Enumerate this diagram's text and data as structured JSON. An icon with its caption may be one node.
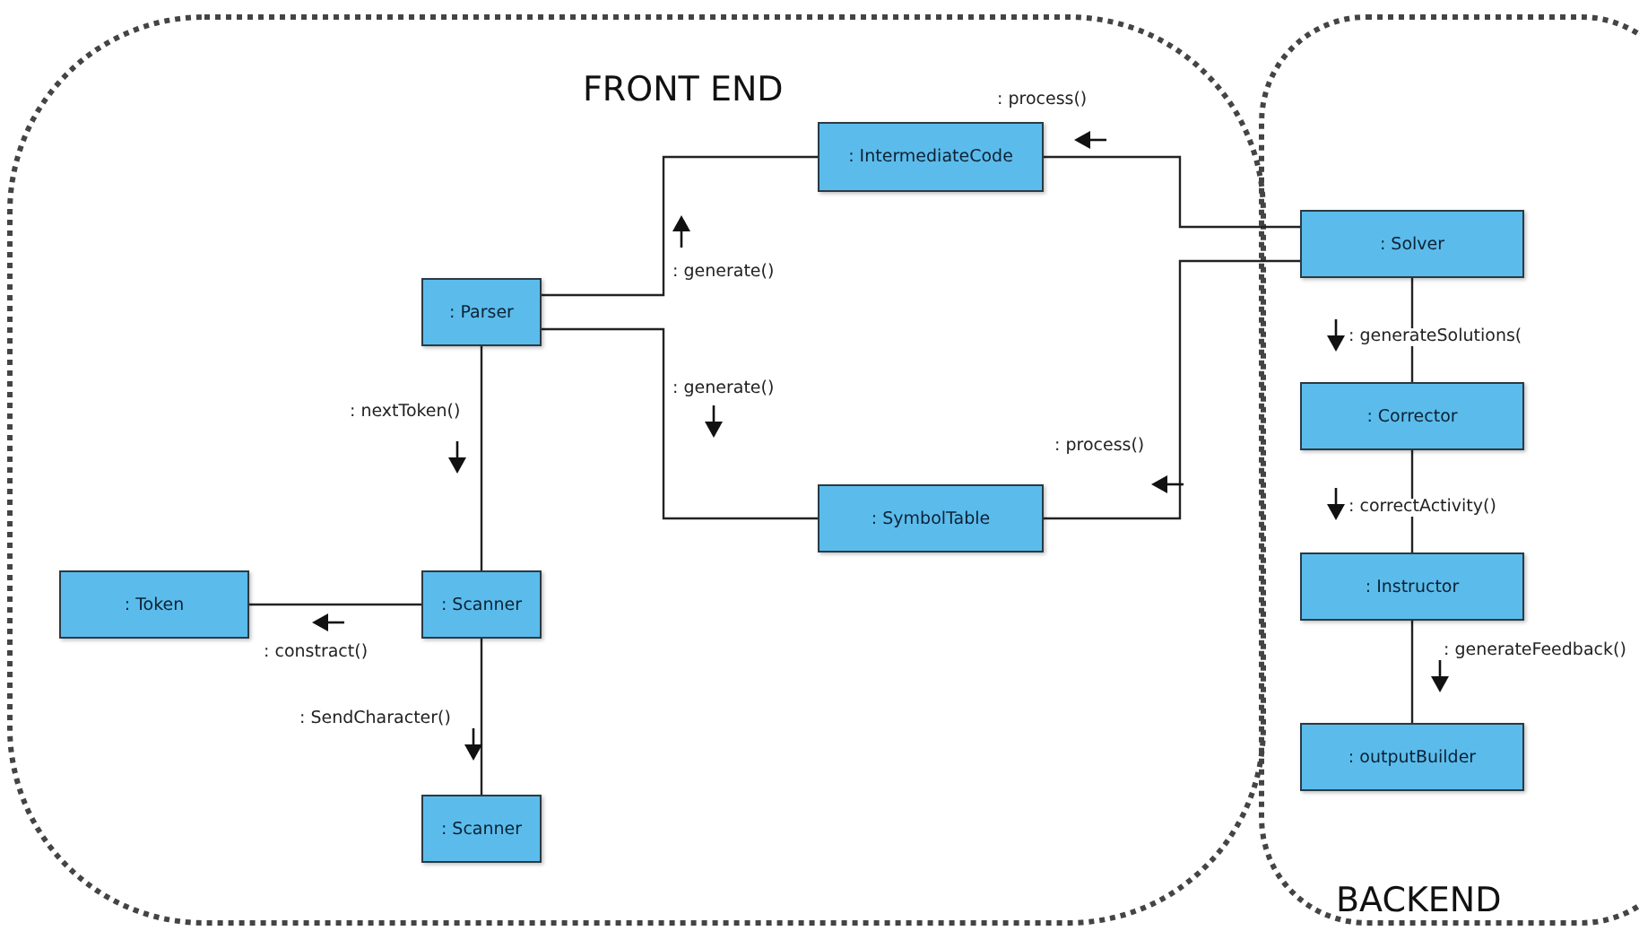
{
  "diagram": {
    "nodes": [
      {
        "text": [
          "FRONT END"
        ]
      },
      {
        "text": [
          "BACKEND"
        ]
      },
      {
        "text": [
          ": IntermediateCode"
        ],
        "in": 0
      },
      {
        "text": [
          ": Parser"
        ],
        "in": 0
      },
      {
        "text": [
          ": SymbolTable"
        ],
        "in": 0
      },
      {
        "text": [
          ": Token"
        ],
        "in": 0
      },
      {
        "text": [
          ": Scanner"
        ],
        "in": 0
      },
      {
        "text": [
          ": Scanner"
        ],
        "in": 0
      },
      {
        "text": [
          ": Solver"
        ],
        "in": 1
      },
      {
        "text": [
          ": Corrector"
        ],
        "in": 1
      },
      {
        "text": [
          ": Instructor"
        ],
        "in": 1
      },
      {
        "text": [
          ": outputBuilder"
        ],
        "in": 1
      }
    ],
    "edges": [
      {
        "from": 3,
        "to": 2,
        "arrow": "none",
        "label": ": generate()"
      },
      {
        "from": 3,
        "to": 4,
        "arrow": "none",
        "label": ": generate()"
      },
      {
        "from": 8,
        "to": 2,
        "arrow": "none",
        "label": ": process()"
      },
      {
        "from": 8,
        "to": 4,
        "arrow": "none",
        "label": ": process()"
      },
      {
        "from": 3,
        "to": 6,
        "arrow": "none",
        "label": ": nextToken()"
      },
      {
        "from": 6,
        "to": 5,
        "arrow": "none",
        "label": ": constract()"
      },
      {
        "from": 6,
        "to": 7,
        "arrow": "none",
        "label": ": SendCharacter()"
      },
      {
        "from": 8,
        "to": 9,
        "arrow": "none",
        "label": ": generateSolutions("
      },
      {
        "from": 9,
        "to": 10,
        "arrow": "none",
        "label": ": correctActivity()"
      },
      {
        "from": 10,
        "to": 11,
        "arrow": "none",
        "label": ": generateFeedback()"
      }
    ]
  }
}
